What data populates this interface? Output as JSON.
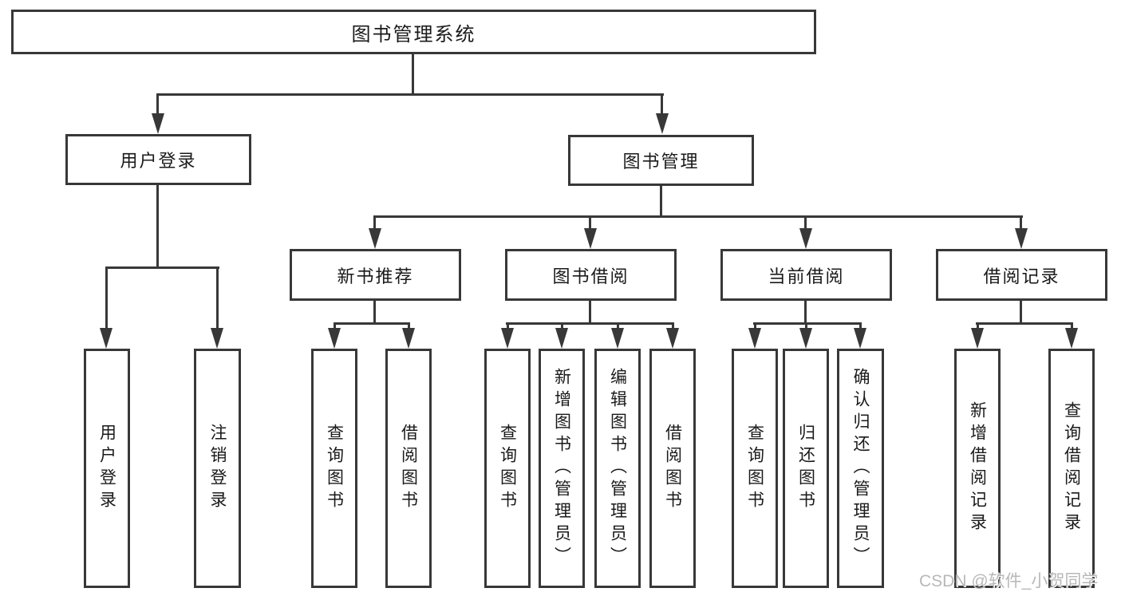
{
  "tree": {
    "label": "图书管理系统",
    "children": [
      {
        "label": "用户登录",
        "children": [
          {
            "label": "用户登录"
          },
          {
            "label": "注销登录"
          }
        ]
      },
      {
        "label": "图书管理",
        "children": [
          {
            "label": "新书推荐",
            "children": [
              {
                "label": "查询图书"
              },
              {
                "label": "借阅图书"
              }
            ]
          },
          {
            "label": "图书借阅",
            "children": [
              {
                "label": "查询图书"
              },
              {
                "label": "新增图书（管理员）"
              },
              {
                "label": "编辑图书（管理员）"
              },
              {
                "label": "借阅图书"
              }
            ]
          },
          {
            "label": "当前借阅",
            "children": [
              {
                "label": "查询图书"
              },
              {
                "label": "归还图书"
              },
              {
                "label": "确认归还（管理员）"
              }
            ]
          },
          {
            "label": "借阅记录",
            "children": [
              {
                "label": "新增借阅记录"
              },
              {
                "label": "查询借阅记录"
              }
            ]
          }
        ]
      }
    ]
  },
  "watermark": "CSDN @软件_小贺同学",
  "colors": {
    "line": "#383838",
    "text": "#1a1a1a",
    "watermark": "#b8b8b8",
    "background": "#ffffff"
  }
}
